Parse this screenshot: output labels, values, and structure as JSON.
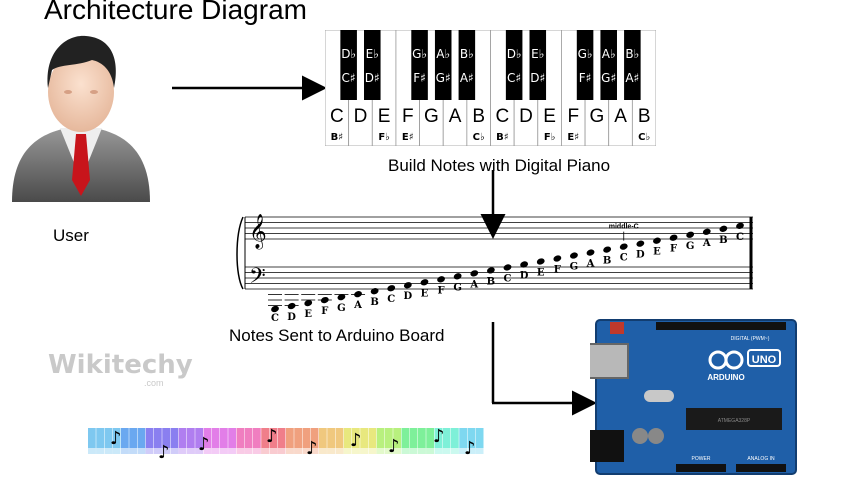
{
  "title": "Architecture Diagram",
  "user_label": "User",
  "build_label": "Build Notes with Digital Piano",
  "notes_label": "Notes Sent to Arduino Board",
  "piano": {
    "white_keys": [
      {
        "top": "C",
        "bottom": "B♯"
      },
      {
        "top": "D",
        "bottom": ""
      },
      {
        "top": "E",
        "bottom": "F♭"
      },
      {
        "top": "F",
        "bottom": "E♯"
      },
      {
        "top": "G",
        "bottom": ""
      },
      {
        "top": "A",
        "bottom": ""
      },
      {
        "top": "B",
        "bottom": "C♭"
      },
      {
        "top": "C",
        "bottom": "B♯"
      },
      {
        "top": "D",
        "bottom": ""
      },
      {
        "top": "E",
        "bottom": "F♭"
      },
      {
        "top": "F",
        "bottom": "E♯"
      },
      {
        "top": "G",
        "bottom": ""
      },
      {
        "top": "A",
        "bottom": ""
      },
      {
        "top": "B",
        "bottom": "C♭"
      }
    ],
    "black_keys": [
      {
        "flat": "D♭",
        "sharp": "C♯"
      },
      {
        "flat": "E♭",
        "sharp": "D♯"
      },
      {
        "flat": "G♭",
        "sharp": "F♯"
      },
      {
        "flat": "A♭",
        "sharp": "G♯"
      },
      {
        "flat": "B♭",
        "sharp": "A♯"
      },
      {
        "flat": "D♭",
        "sharp": "C♯"
      },
      {
        "flat": "E♭",
        "sharp": "D♯"
      },
      {
        "flat": "G♭",
        "sharp": "F♯"
      },
      {
        "flat": "A♭",
        "sharp": "G♯"
      },
      {
        "flat": "B♭",
        "sharp": "A♯"
      }
    ]
  },
  "staff": {
    "middle_c_label": "middle-C",
    "notes": [
      "C",
      "D",
      "E",
      "F",
      "G",
      "A",
      "B",
      "C",
      "D",
      "E",
      "F",
      "G",
      "A",
      "B",
      "C",
      "D",
      "E",
      "F",
      "G",
      "A",
      "B",
      "C",
      "D",
      "E",
      "F",
      "G",
      "A",
      "B",
      "C"
    ]
  },
  "arduino": {
    "brand": "ARDUINO",
    "model": "UNO",
    "digital_label": "DIGITAL (PWM~)",
    "analog_label": "ANALOG IN",
    "power_label": "POWER",
    "chip_label": "ATMEGA328P",
    "color": "#1f5fa8"
  },
  "logo": {
    "text": "Wikitechy",
    "sub": ".com"
  },
  "icons": {
    "user": "businessman-avatar-icon",
    "music": "music-note-icon"
  }
}
